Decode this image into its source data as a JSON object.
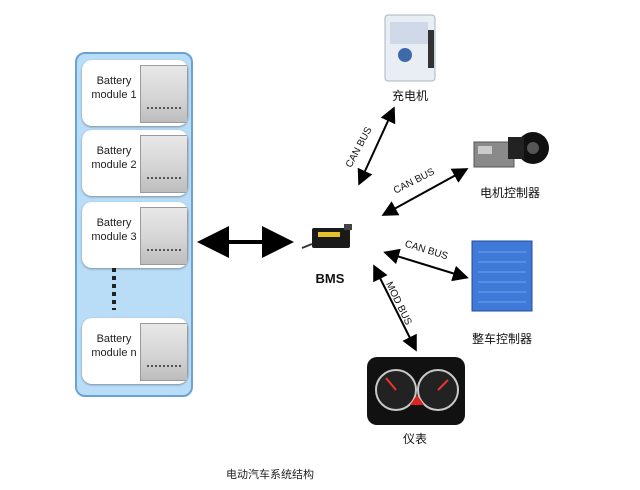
{
  "pack": {
    "modules": [
      {
        "line1": "Battery",
        "line2": "module 1"
      },
      {
        "line1": "Battery",
        "line2": "module 2"
      },
      {
        "line1": "Battery",
        "line2": "module 3"
      },
      {
        "line1": "Battery",
        "line2": "module n"
      }
    ]
  },
  "bms": {
    "label": "BMS"
  },
  "nodes": {
    "charger": "充电机",
    "motor_controller": "电机控制器",
    "vehicle_controller": "整车控制器",
    "instrument": "仪表"
  },
  "buses": {
    "charger": "CAN BUS",
    "motor_controller": "CAN BUS",
    "vehicle_controller": "CAN BUS",
    "instrument": "MOD BUS"
  },
  "caption": "电动汽车系统结构"
}
